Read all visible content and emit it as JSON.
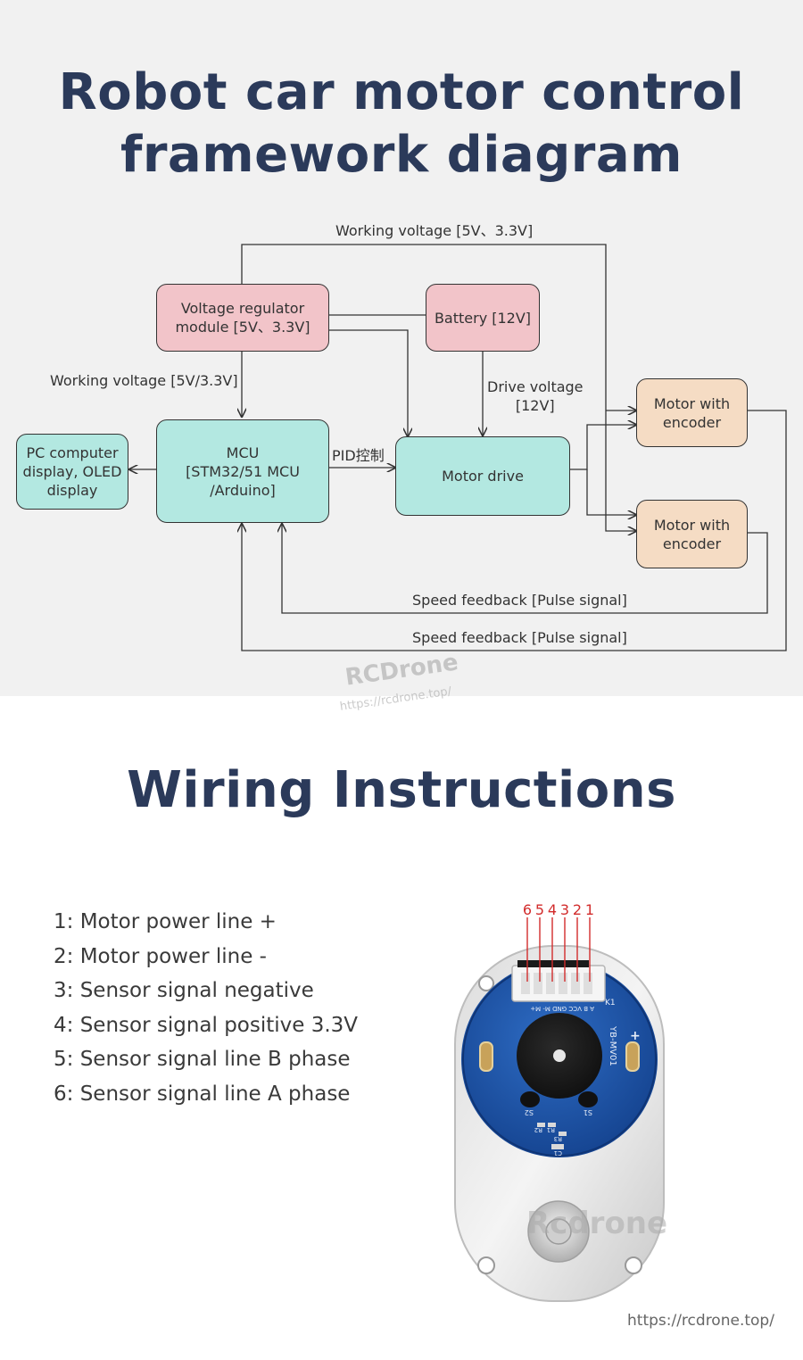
{
  "titles": {
    "diagram_line1": "Robot car motor control",
    "diagram_line2": "framework diagram",
    "wiring": "Wiring Instructions"
  },
  "nodes": {
    "voltage_regulator": "Voltage regulator\nmodule [5V、3.3V]",
    "battery": "Battery [12V]",
    "mcu": "MCU\n[STM32/51 MCU\n/Arduino]",
    "pc_display": "PC computer\ndisplay, OLED\ndisplay",
    "motor_drive": "Motor drive",
    "motor_encoder_1": "Motor with\nencoder",
    "motor_encoder_2": "Motor with\nencoder"
  },
  "edge_labels": {
    "working_voltage_top": "Working voltage [5V、3.3V]",
    "working_voltage_mcu": "Working voltage [5V/3.3V]",
    "drive_voltage": "Drive voltage\n[12V]",
    "pid": "PID控制",
    "speed_feedback_1": "Speed feedback [Pulse signal]",
    "speed_feedback_2": "Speed feedback [Pulse signal]"
  },
  "watermark": {
    "brand": "RCDrone",
    "url": "https://rcdrone.top/",
    "photo_brand": "Rcdrone"
  },
  "wiring_items": [
    "1: Motor power line +",
    "2: Motor power line -",
    "3: Sensor signal negative",
    "4: Sensor signal positive 3.3V",
    "5: Sensor signal line B phase",
    "6: Sensor signal line A phase"
  ],
  "pin_numbers": [
    "6",
    "5",
    "4",
    "3",
    "2",
    "1"
  ],
  "board_marks": {
    "model": "YB-MV01",
    "connector": "K1",
    "pins": "A  B  VCC GND M- M+",
    "plus": "+",
    "s1": "S1",
    "s2": "S2",
    "r1": "R1",
    "r2": "R2",
    "r3": "R3",
    "c1": "C1"
  },
  "footer_url": "https://rcdrone.top/",
  "colors": {
    "title": "#2b3a5a",
    "node_pink": "#f2c4c9",
    "node_cyan": "#b3e8e1",
    "node_peach": "#f5dcc4",
    "pcb_blue": "#1a4fa0",
    "pin_red": "#d22c2c"
  }
}
